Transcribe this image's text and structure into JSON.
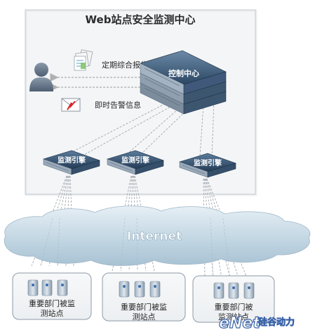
{
  "title": "Web站点安全监测中心",
  "control_center": {
    "label": "控制中心"
  },
  "reports": [
    {
      "label": "定期综合报告",
      "icon": "documents-icon"
    },
    {
      "label": "即时告警信息",
      "icon": "mail-alert-icon"
    }
  ],
  "user": {
    "icon": "user-icon"
  },
  "engines": [
    {
      "label": "监测引擎"
    },
    {
      "label": "监测引擎"
    },
    {
      "label": "监测引擎"
    }
  ],
  "internet": {
    "label": "Internet"
  },
  "sites": [
    {
      "line1": "重要部门被监",
      "line2": "测站点",
      "icon": "server-icon"
    },
    {
      "line1": "重要部门被监",
      "line2": "测站点",
      "icon": "server-icon"
    },
    {
      "line1": "重要部门被",
      "line2": "监测站点",
      "icon": "server-icon"
    }
  ],
  "watermark": {
    "brand": "eNet",
    "sub": "硅谷动力"
  },
  "colors": {
    "panel_fill": "#f3f5f7",
    "panel_border": "#9aa4ad",
    "device_dark": "#27415c",
    "device_mid": "#4a6b8a",
    "cloud": "#c9dbe6",
    "arrow": "#b8b8b8",
    "dash": "#9aa0a6"
  }
}
